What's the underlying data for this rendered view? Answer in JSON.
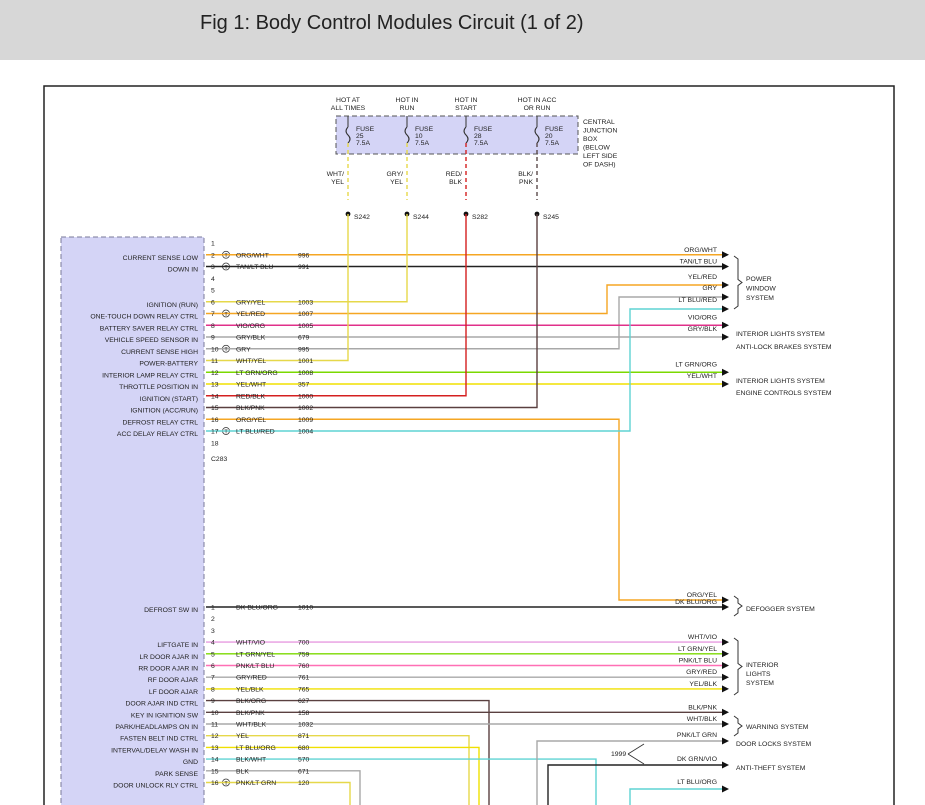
{
  "title": "Fig 1: Body Control Modules Circuit (1 of 2)",
  "connector_label": "C283",
  "fuses": [
    {
      "hot": [
        "HOT AT",
        "ALL TIMES"
      ],
      "name": "FUSE",
      "num": "25",
      "amp": "7.5A",
      "wire": [
        "WHT/",
        "YEL"
      ],
      "splice": "S242",
      "color": "#e6d84a"
    },
    {
      "hot": [
        "HOT IN",
        "RUN"
      ],
      "name": "FUSE",
      "num": "10",
      "amp": "7.5A",
      "wire": [
        "GRY/",
        "YEL"
      ],
      "splice": "S244",
      "color": "#e6d84a"
    },
    {
      "hot": [
        "HOT IN",
        "START"
      ],
      "name": "FUSE",
      "num": "28",
      "amp": "7.5A",
      "wire": [
        "RED/",
        "BLK"
      ],
      "splice": "S282",
      "color": "#d42020"
    },
    {
      "hot": [
        "HOT IN ACC",
        "OR RUN"
      ],
      "name": "FUSE",
      "num": "20",
      "amp": "7.5A",
      "wire": [
        "BLK/",
        "PNK"
      ],
      "splice": "S245",
      "color": "#5a4a4a"
    }
  ],
  "junction_box": [
    "CENTRAL",
    "JUNCTION",
    "BOX",
    "(BELOW",
    "LEFT SIDE",
    "OF DASH)"
  ],
  "pins_a": [
    {
      "n": "1",
      "label": "",
      "wire": "",
      "circ": "",
      "t": false
    },
    {
      "n": "2",
      "label": "CURRENT SENSE LOW",
      "wire": "ORG/WHT",
      "circ": "996",
      "t": true
    },
    {
      "n": "3",
      "label": "DOWN IN",
      "wire": "TAN/LT BLU",
      "circ": "991",
      "t": true
    },
    {
      "n": "4",
      "label": "",
      "wire": "",
      "circ": "",
      "t": false
    },
    {
      "n": "5",
      "label": "",
      "wire": "",
      "circ": "",
      "t": false
    },
    {
      "n": "6",
      "label": "IGNITION (RUN)",
      "wire": "GRY/YEL",
      "circ": "1003",
      "t": false
    },
    {
      "n": "7",
      "label": "ONE-TOUCH DOWN RELAY CTRL",
      "wire": "YEL/RED",
      "circ": "1007",
      "t": true
    },
    {
      "n": "8",
      "label": "BATTERY SAVER RELAY CTRL",
      "wire": "VIO/ORG",
      "circ": "1005",
      "t": false
    },
    {
      "n": "9",
      "label": "VEHICLE SPEED SENSOR IN",
      "wire": "GRY/BLK",
      "circ": "679",
      "t": false
    },
    {
      "n": "10",
      "label": "CURRENT SENSE HIGH",
      "wire": "GRY",
      "circ": "995",
      "t": true
    },
    {
      "n": "11",
      "label": "POWER-BATTERY",
      "wire": "WHT/YEL",
      "circ": "1001",
      "t": false
    },
    {
      "n": "12",
      "label": "INTERIOR LAMP RELAY CTRL",
      "wire": "LT GRN/ORG",
      "circ": "1008",
      "t": false
    },
    {
      "n": "13",
      "label": "THROTTLE POSITION IN",
      "wire": "YEL/WHT",
      "circ": "357",
      "t": false
    },
    {
      "n": "14",
      "label": "IGNITION (START)",
      "wire": "RED/BLK",
      "circ": "1000",
      "t": false
    },
    {
      "n": "15",
      "label": "IGNITION (ACC/RUN)",
      "wire": "BLK/PNK",
      "circ": "1002",
      "t": false
    },
    {
      "n": "16",
      "label": "DEFROST RELAY CTRL",
      "wire": "ORG/YEL",
      "circ": "1009",
      "t": false
    },
    {
      "n": "17",
      "label": "ACC DELAY RELAY CTRL",
      "wire": "LT BLU/RED",
      "circ": "1004",
      "t": true
    },
    {
      "n": "18",
      "label": "",
      "wire": "",
      "circ": "",
      "t": false
    }
  ],
  "pins_b": [
    {
      "n": "1",
      "label": "DEFROST SW IN",
      "wire": "DK BLU/ORG",
      "circ": "1010",
      "t": false
    },
    {
      "n": "2",
      "label": "",
      "wire": "",
      "circ": "",
      "t": false
    },
    {
      "n": "3",
      "label": "",
      "wire": "",
      "circ": "",
      "t": false
    },
    {
      "n": "4",
      "label": "LIFTGATE IN",
      "wire": "WHT/VIO",
      "circ": "700",
      "t": false
    },
    {
      "n": "5",
      "label": "LR DOOR AJAR IN",
      "wire": "LT GRN/YEL",
      "circ": "759",
      "t": false
    },
    {
      "n": "6",
      "label": "RR DOOR AJAR IN",
      "wire": "PNK/LT BLU",
      "circ": "760",
      "t": false
    },
    {
      "n": "7",
      "label": "RF DOOR AJAR",
      "wire": "GRY/RED",
      "circ": "761",
      "t": false
    },
    {
      "n": "8",
      "label": "LF DOOR AJAR",
      "wire": "YEL/BLK",
      "circ": "765",
      "t": false
    },
    {
      "n": "9",
      "label": "DOOR AJAR IND CTRL",
      "wire": "BLK/ORG",
      "circ": "627",
      "t": false
    },
    {
      "n": "10",
      "label": "KEY IN IGNITION SW",
      "wire": "BLK/PNK",
      "circ": "158",
      "t": false
    },
    {
      "n": "11",
      "label": "PARK/HEADLAMPS ON IN",
      "wire": "WHT/BLK",
      "circ": "1032",
      "t": false
    },
    {
      "n": "12",
      "label": "FASTEN BELT IND CTRL",
      "wire": "YEL",
      "circ": "871",
      "t": false
    },
    {
      "n": "13",
      "label": "INTERVAL/DELAY WASH IN",
      "wire": "LT BLU/ORG",
      "circ": "680",
      "t": false
    },
    {
      "n": "14",
      "label": "GND",
      "wire": "BLK/WHT",
      "circ": "570",
      "t": false
    },
    {
      "n": "15",
      "label": "PARK SENSE",
      "wire": "BLK",
      "circ": "671",
      "t": false
    },
    {
      "n": "16",
      "label": "DOOR UNLOCK RLY CTRL",
      "wire": "PNK/LT GRN",
      "circ": "120",
      "t": true
    }
  ],
  "right_wires_top": [
    "ORG/WHT",
    "TAN/LT BLU",
    "YEL/RED",
    "GRY",
    "LT BLU/RED",
    "VIO/ORG",
    "GRY/BLK",
    "LT GRN/ORG",
    "YEL/WHT"
  ],
  "right_wires_bottom": [
    "ORG/YEL",
    "DK BLU/ORG",
    "WHT/VIO",
    "LT GRN/YEL",
    "PNK/LT BLU",
    "GRY/RED",
    "YEL/BLK",
    "BLK/PNK",
    "WHT/BLK",
    "PNK/LT GRN",
    "DK GRN/VIO",
    "LT BLU/ORG"
  ],
  "systems": {
    "power_window": [
      "POWER",
      "WINDOW",
      "SYSTEM"
    ],
    "interior_lights_1": "INTERIOR LIGHTS SYSTEM",
    "anti_lock": "ANTI-LOCK BRAKES SYSTEM",
    "interior_lights_2": "INTERIOR LIGHTS SYSTEM",
    "engine_controls": "ENGINE CONTROLS SYSTEM",
    "defogger": "DEFOGGER SYSTEM",
    "interior_lights_3": [
      "INTERIOR",
      "LIGHTS",
      "SYSTEM"
    ],
    "warning": "WARNING SYSTEM",
    "door_locks": "DOOR LOCKS SYSTEM",
    "anti_theft": "ANTI-THEFT SYSTEM",
    "year_note": "1999"
  },
  "colors": {
    "org": "#f5a623",
    "blk": "#222222",
    "yelred": "#f5c400",
    "gry": "#a8a8a8",
    "ltblu": "#5fd3d3",
    "vio": "#e0308a",
    "grn": "#7bd900",
    "yel": "#f0e000",
    "red": "#d42020",
    "brn": "#5a4040",
    "module": "#d4d4f6",
    "pink": "#ff6fb5",
    "whtvio": "#e79be0"
  }
}
